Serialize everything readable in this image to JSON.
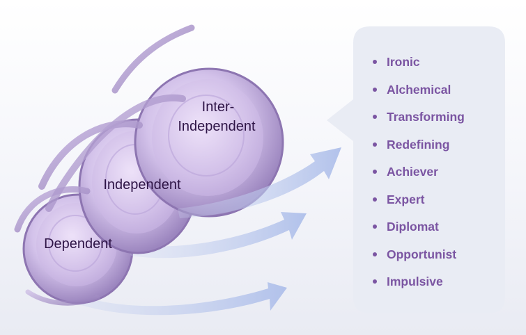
{
  "stages": [
    {
      "lines": [
        "Dependent"
      ]
    },
    {
      "lines": [
        "Independent"
      ]
    },
    {
      "lines": [
        "Inter-",
        "Independent"
      ]
    }
  ],
  "levels": [
    "Ironic",
    "Alchemical",
    "Transforming",
    "Redefining",
    "Achiever",
    "Expert",
    "Diplomat",
    "Opportunist",
    "Impulsive"
  ],
  "colors": {
    "circle_light": "#e9dcf6",
    "circle_dark": "#9c86bf",
    "ribbon": "#b3a2d0",
    "arrow": "#b7c5ea",
    "callout_bg": "#e9ecf4",
    "list_text": "#7b55a2",
    "label_text": "#2e1446"
  }
}
